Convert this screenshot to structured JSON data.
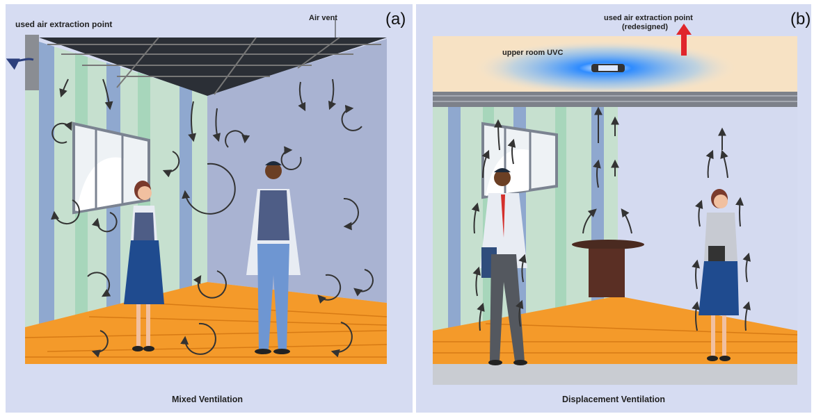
{
  "panel_a": {
    "label": "(a)",
    "extraction_label": "used air extraction point",
    "vent_label": "Air vent",
    "caption": "Mixed Ventilation"
  },
  "panel_b": {
    "label": "(b)",
    "extraction_label_line1": "used air extraction point",
    "extraction_label_line2": "(redesigned)",
    "uvc_label": "upper room UVC",
    "caption": "Displacement Ventilation"
  },
  "colors": {
    "background": "#d6dcf2",
    "floor": "#f49a2a",
    "uv_glow": "#2f8cff",
    "extraction_arrow": "#e0262b",
    "airflow_arrow": "#333333"
  }
}
